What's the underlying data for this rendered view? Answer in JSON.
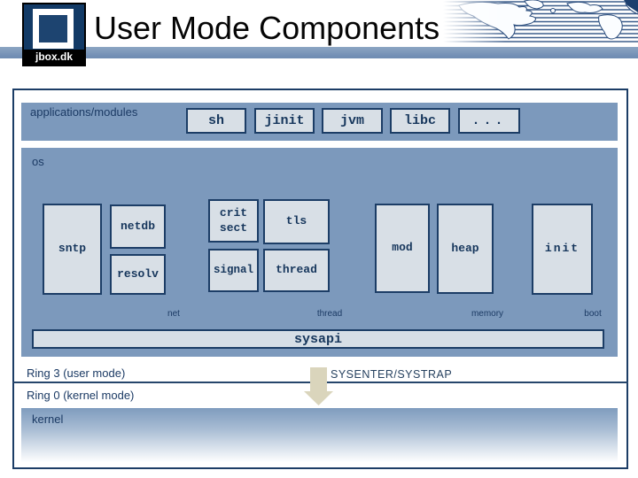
{
  "slide": {
    "logo": "jbox.dk",
    "title": "User Mode Components"
  },
  "colors": {
    "navy": "#1C3D66",
    "steel_blue": "#7C99BC",
    "box_fill": "#D8DFE6",
    "arrow_beige": "#DAD5BC",
    "kernel_gradient_top": "#7F9CBE",
    "logo_navy": "#123A66"
  },
  "diagram": {
    "applications": {
      "label": "applications/modules",
      "modules": [
        {
          "label": "sh"
        },
        {
          "label": "jinit"
        },
        {
          "label": "jvm"
        },
        {
          "label": "libc"
        },
        {
          "label": "..."
        }
      ]
    },
    "os": {
      "label": "os",
      "modules": [
        {
          "label": "sntp"
        },
        {
          "label": "netdb"
        },
        {
          "label": "resolv"
        },
        {
          "label": "crit sect"
        },
        {
          "label": "tls"
        },
        {
          "label": "signal"
        },
        {
          "label": "thread"
        },
        {
          "label": "mod"
        },
        {
          "label": "heap"
        },
        {
          "label": "init"
        }
      ],
      "group_labels": [
        {
          "label": "net"
        },
        {
          "label": "thread"
        },
        {
          "label": "memory"
        },
        {
          "label": "boot"
        }
      ],
      "sysapi": "sysapi"
    },
    "rings": {
      "ring3": "Ring 3 (user mode)",
      "ring0": "Ring 0 (kernel mode)",
      "transition": "SYSENTER/SYSTRAP"
    },
    "kernel": {
      "label": "kernel"
    }
  }
}
